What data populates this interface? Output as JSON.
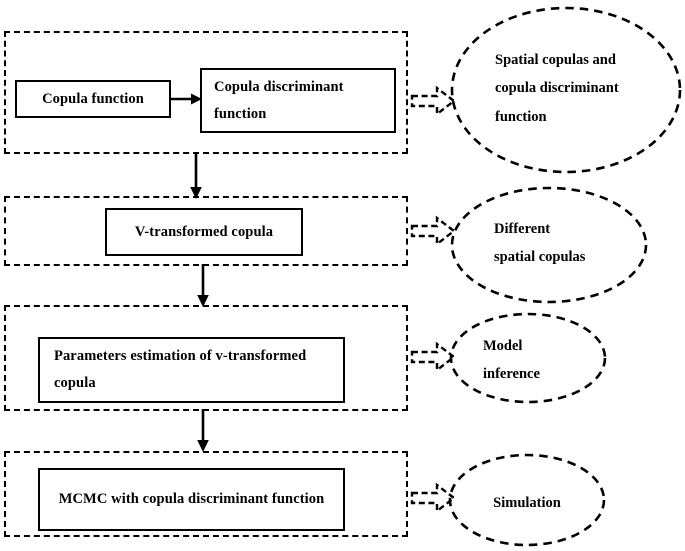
{
  "diagram": {
    "title": "Copula modelling workflow flowchart",
    "stroke_color": "#000000",
    "background_color": "#ffffff",
    "stages": [
      {
        "id": "stage-1",
        "boxes": [
          {
            "id": "copula-function",
            "label": "Copula function"
          },
          {
            "id": "copula-discriminant-function",
            "label": "Copula      discriminant\nfunction"
          }
        ],
        "outcome": {
          "id": "outcome-1",
          "label": "Spatial  copulas  and\ncopula  discriminant\nfunction"
        }
      },
      {
        "id": "stage-2",
        "boxes": [
          {
            "id": "v-transformed-copula",
            "label": "V-transformed copula"
          }
        ],
        "outcome": {
          "id": "outcome-2",
          "label": "Different\nspatial copulas"
        }
      },
      {
        "id": "stage-3",
        "boxes": [
          {
            "id": "parameters-estimation",
            "label": "Parameters  estimation  of  v-transformed\n      copula"
          }
        ],
        "outcome": {
          "id": "outcome-3",
          "label": "Model\ninference"
        }
      },
      {
        "id": "stage-4",
        "boxes": [
          {
            "id": "mcmc-copula-discriminant",
            "label": "MCMC with copula discriminant function"
          }
        ],
        "outcome": {
          "id": "outcome-4",
          "label": "Simulation"
        }
      }
    ]
  }
}
